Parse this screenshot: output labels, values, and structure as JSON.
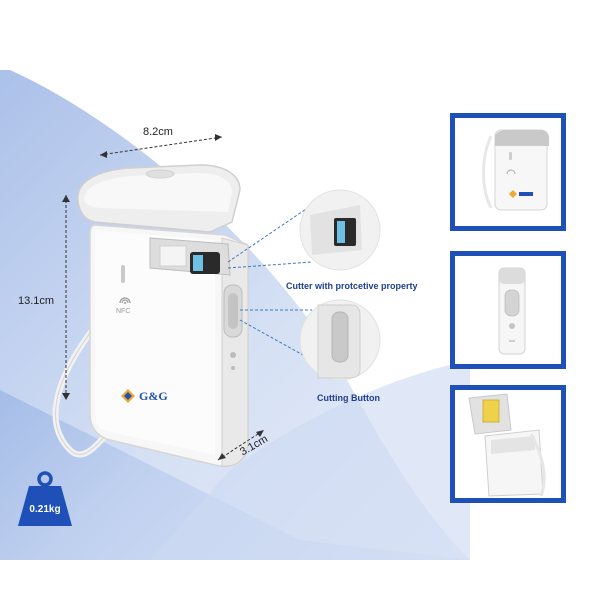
{
  "dimensions": {
    "width": "8.2cm",
    "height": "13.1cm",
    "depth": "3.1cm"
  },
  "callouts": {
    "cutter": "Cutter with protcetive property",
    "cutting_button": "Cutting Button"
  },
  "product": {
    "brand": "G&G",
    "nfc_mark": "NFC"
  },
  "weight": {
    "label": "0.21kg"
  },
  "colors": {
    "accent_blue": "#1e50b8",
    "background_blue": "#a9bfe6",
    "callout_text": "#1f3f8f"
  },
  "icons": {
    "weight": "weight-icon",
    "nfc": "nfc-icon",
    "brand": "gg-logo-icon"
  }
}
